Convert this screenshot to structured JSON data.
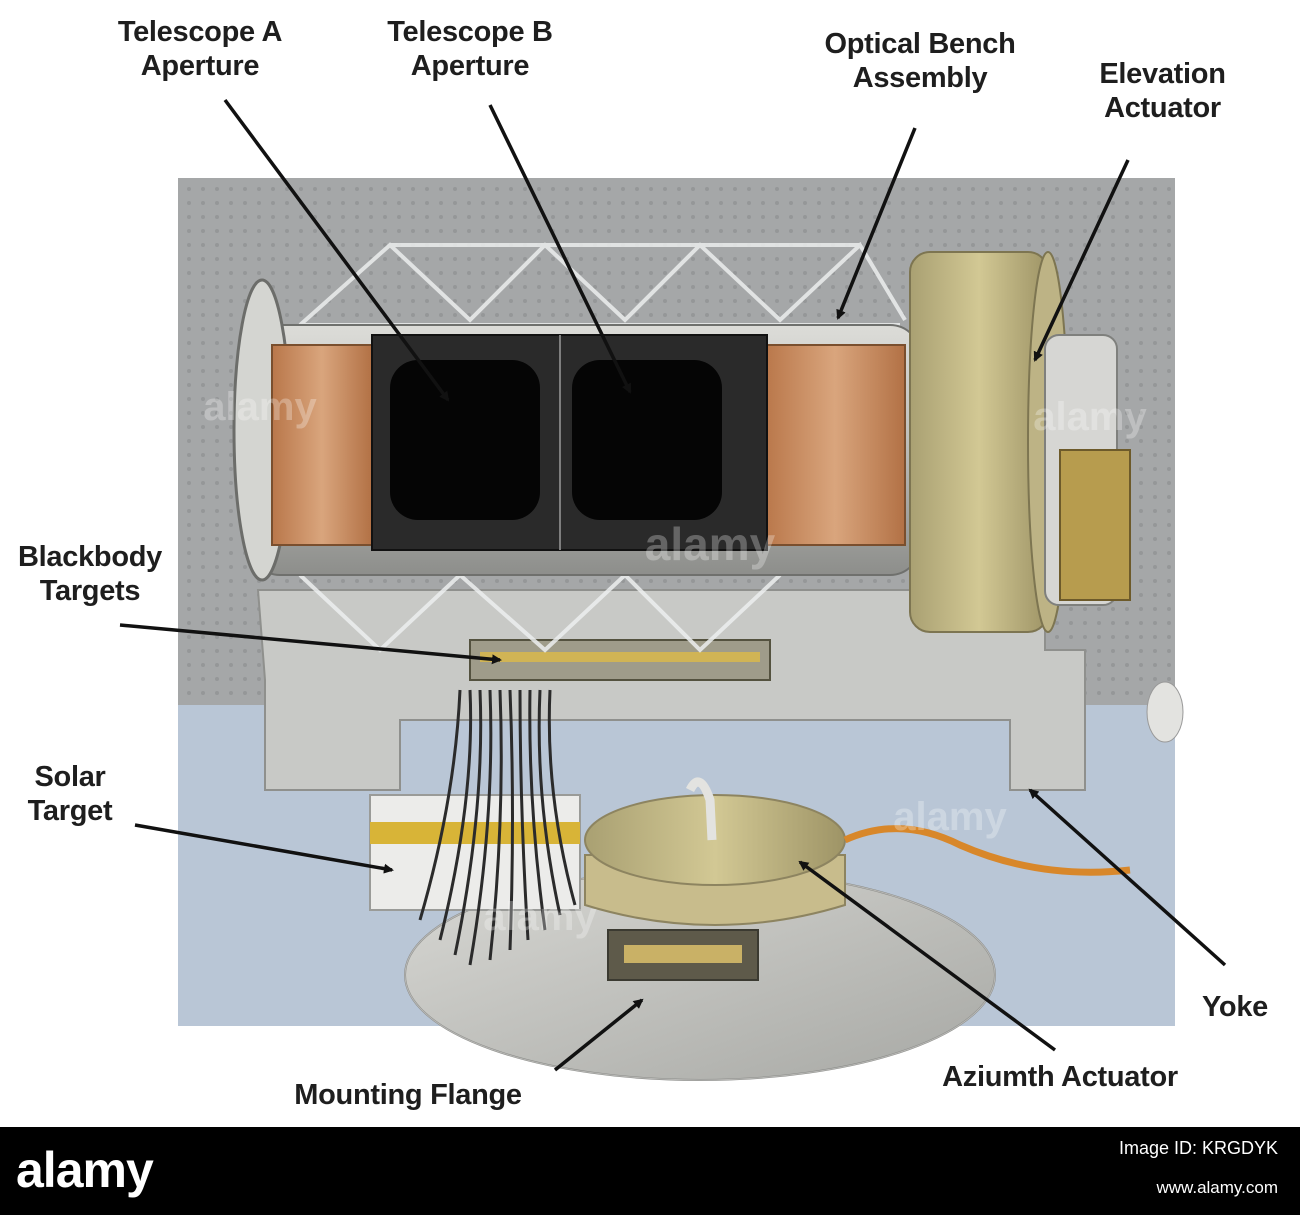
{
  "labels": {
    "telescope_a": [
      "Telescope A",
      "Aperture"
    ],
    "telescope_b": [
      "Telescope B",
      "Aperture"
    ],
    "optical_bench": [
      "Optical Bench",
      "Assembly"
    ],
    "elevation_actuator": [
      "Elevation",
      "Actuator"
    ],
    "blackbody_targets": [
      "Blackbody",
      "Targets"
    ],
    "solar_target": [
      "Solar",
      "Target"
    ],
    "yoke": "Yoke",
    "mounting_flange": "Mounting Flange",
    "azimuth_actuator": "Aziumth Actuator"
  },
  "watermark": {
    "brand": "alamy"
  },
  "footer": {
    "brand": "alamy",
    "image_id": "Image ID: KRGDYK",
    "url": "www.alamy.com"
  },
  "colors": {
    "background": "#ffffff",
    "photo_backdrop": "#a9aaaa",
    "tabletop": "#b9c6d6",
    "copper": "#c88a5c",
    "gold": "#c4b680",
    "cable_orange": "#d8872a",
    "footer": "#000000"
  }
}
